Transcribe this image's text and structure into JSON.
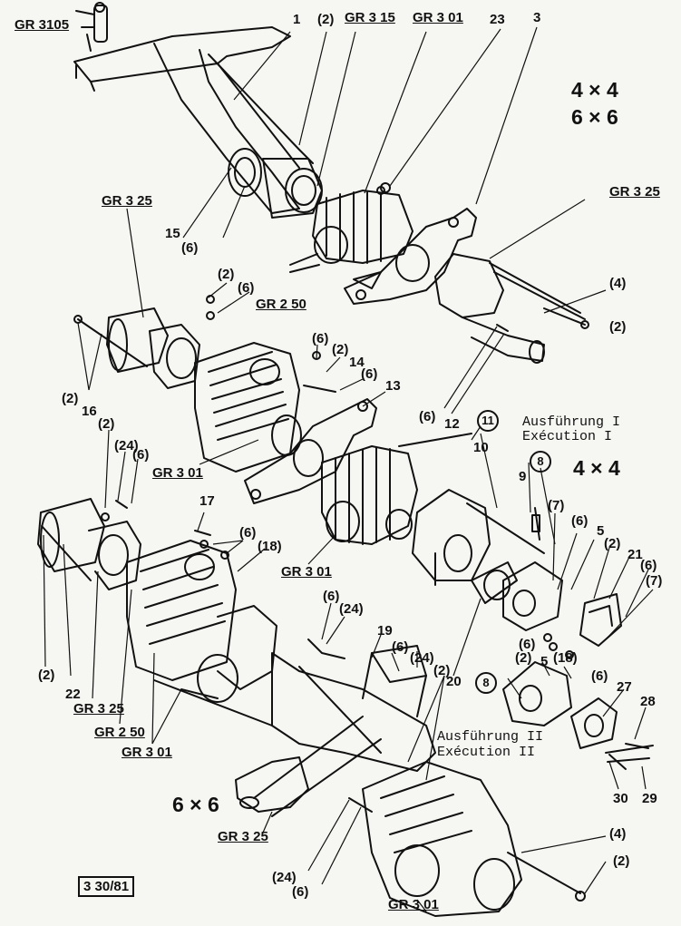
{
  "refs": {
    "gr3105": "GR 3105",
    "gr315": "GR 3 15",
    "gr301_top": "GR 3 01",
    "gr325_left": "GR 3 25",
    "gr325_right": "GR 3 25",
    "gr250_mid": "GR 2 50",
    "gr301_mid_left": "GR 3 01",
    "gr301_mid": "GR 3 01",
    "gr325_low": "GR 3 25",
    "gr250_low": "GR 2 50",
    "gr301_low": "GR 3 01",
    "gr325_bottom": "GR 3 25",
    "gr301_bottom": "GR 3 01"
  },
  "variants": {
    "main_4x4": "4 × 4",
    "main_6x6": "6 × 6",
    "exec1_de": "Ausführung I",
    "exec1_fr": "Exécution  I",
    "exec1_4x4": "4 × 4",
    "exec2_de": "Ausführung II",
    "exec2_fr": "Exécution  II",
    "lower_6x6": "6 × 6"
  },
  "figure_code": "3 30/81",
  "parts": {
    "p1": "1",
    "p2_top": "(2)",
    "p23": "23",
    "p3": "3",
    "p15": "15",
    "p6_top": "(6)",
    "p4_upper": "(4)",
    "p2_upper_r": "(2)",
    "p2_a": "(2)",
    "p6_a": "(6)",
    "p6_b": "(6)",
    "p2_b": "(2)",
    "p14": "14",
    "p6_c": "(6)",
    "p13": "13",
    "p2_left": "(2)",
    "p16": "16",
    "p6_d": "(6)",
    "p12": "12",
    "p11": "11",
    "p10": "10",
    "p2_e": "(2)",
    "p24_a": "(24)",
    "p6_e": "(6)",
    "p8_top": "8",
    "p9": "9",
    "p17": "17",
    "p6_f": "(6)",
    "p18_a": "(18)",
    "p7_a": "(7)",
    "p6_g": "(6)",
    "p5_a": "5",
    "p2_f": "(2)",
    "p21": "21",
    "p6_h": "(6)",
    "p7_b": "(7)",
    "p6_i": "(6)",
    "p24_b": "(24)",
    "p19": "19",
    "p6_j": "(6)",
    "p24_c": "(24)",
    "p2_g": "(2)",
    "p6_k": "(6)",
    "p2_k": "(2)",
    "p5_b": "5",
    "p18_b": "(18)",
    "p6_l": "(6)",
    "p20": "20",
    "p8_bot": "8",
    "p27": "27",
    "p28": "28",
    "p2_h": "(2)",
    "p22": "22",
    "p30": "30",
    "p29": "29",
    "p24_d": "(24)",
    "p6_m": "(6)",
    "p4_lower": "(4)",
    "p2_lower": "(2)"
  }
}
